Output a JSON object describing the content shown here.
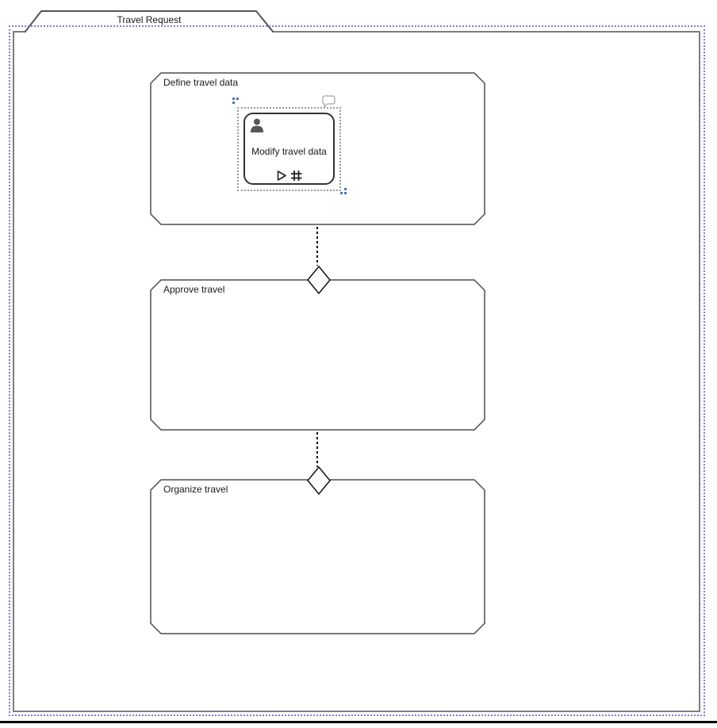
{
  "case": {
    "title": "Travel Request"
  },
  "stages": [
    {
      "id": "define-travel-data",
      "label": "Define travel data"
    },
    {
      "id": "approve-travel",
      "label": "Approve travel"
    },
    {
      "id": "organize-travel",
      "label": "Organize travel"
    }
  ],
  "task": {
    "label": "Modify travel data",
    "markers": [
      "user-icon",
      "manual-activation-play-icon",
      "repetition-hash-icon"
    ],
    "attachment": "comment-bubble-icon",
    "selected": true
  },
  "sentries": [
    {
      "type": "entry-criterion",
      "attached_to": "approve-travel"
    },
    {
      "type": "entry-criterion",
      "attached_to": "organize-travel"
    }
  ],
  "colors": {
    "selection_blue": "#7d7dd8",
    "handle_blue": "#4a74c9",
    "case_border_gray": "#7e7e7e",
    "stage_border_gray": "#4d4d4d",
    "task_border": "#333333",
    "task_selection_gray": "#9a9a9a",
    "connector_black": "#000000",
    "bubble_gray": "#b3b3b3",
    "user_icon_gray": "#565656"
  }
}
